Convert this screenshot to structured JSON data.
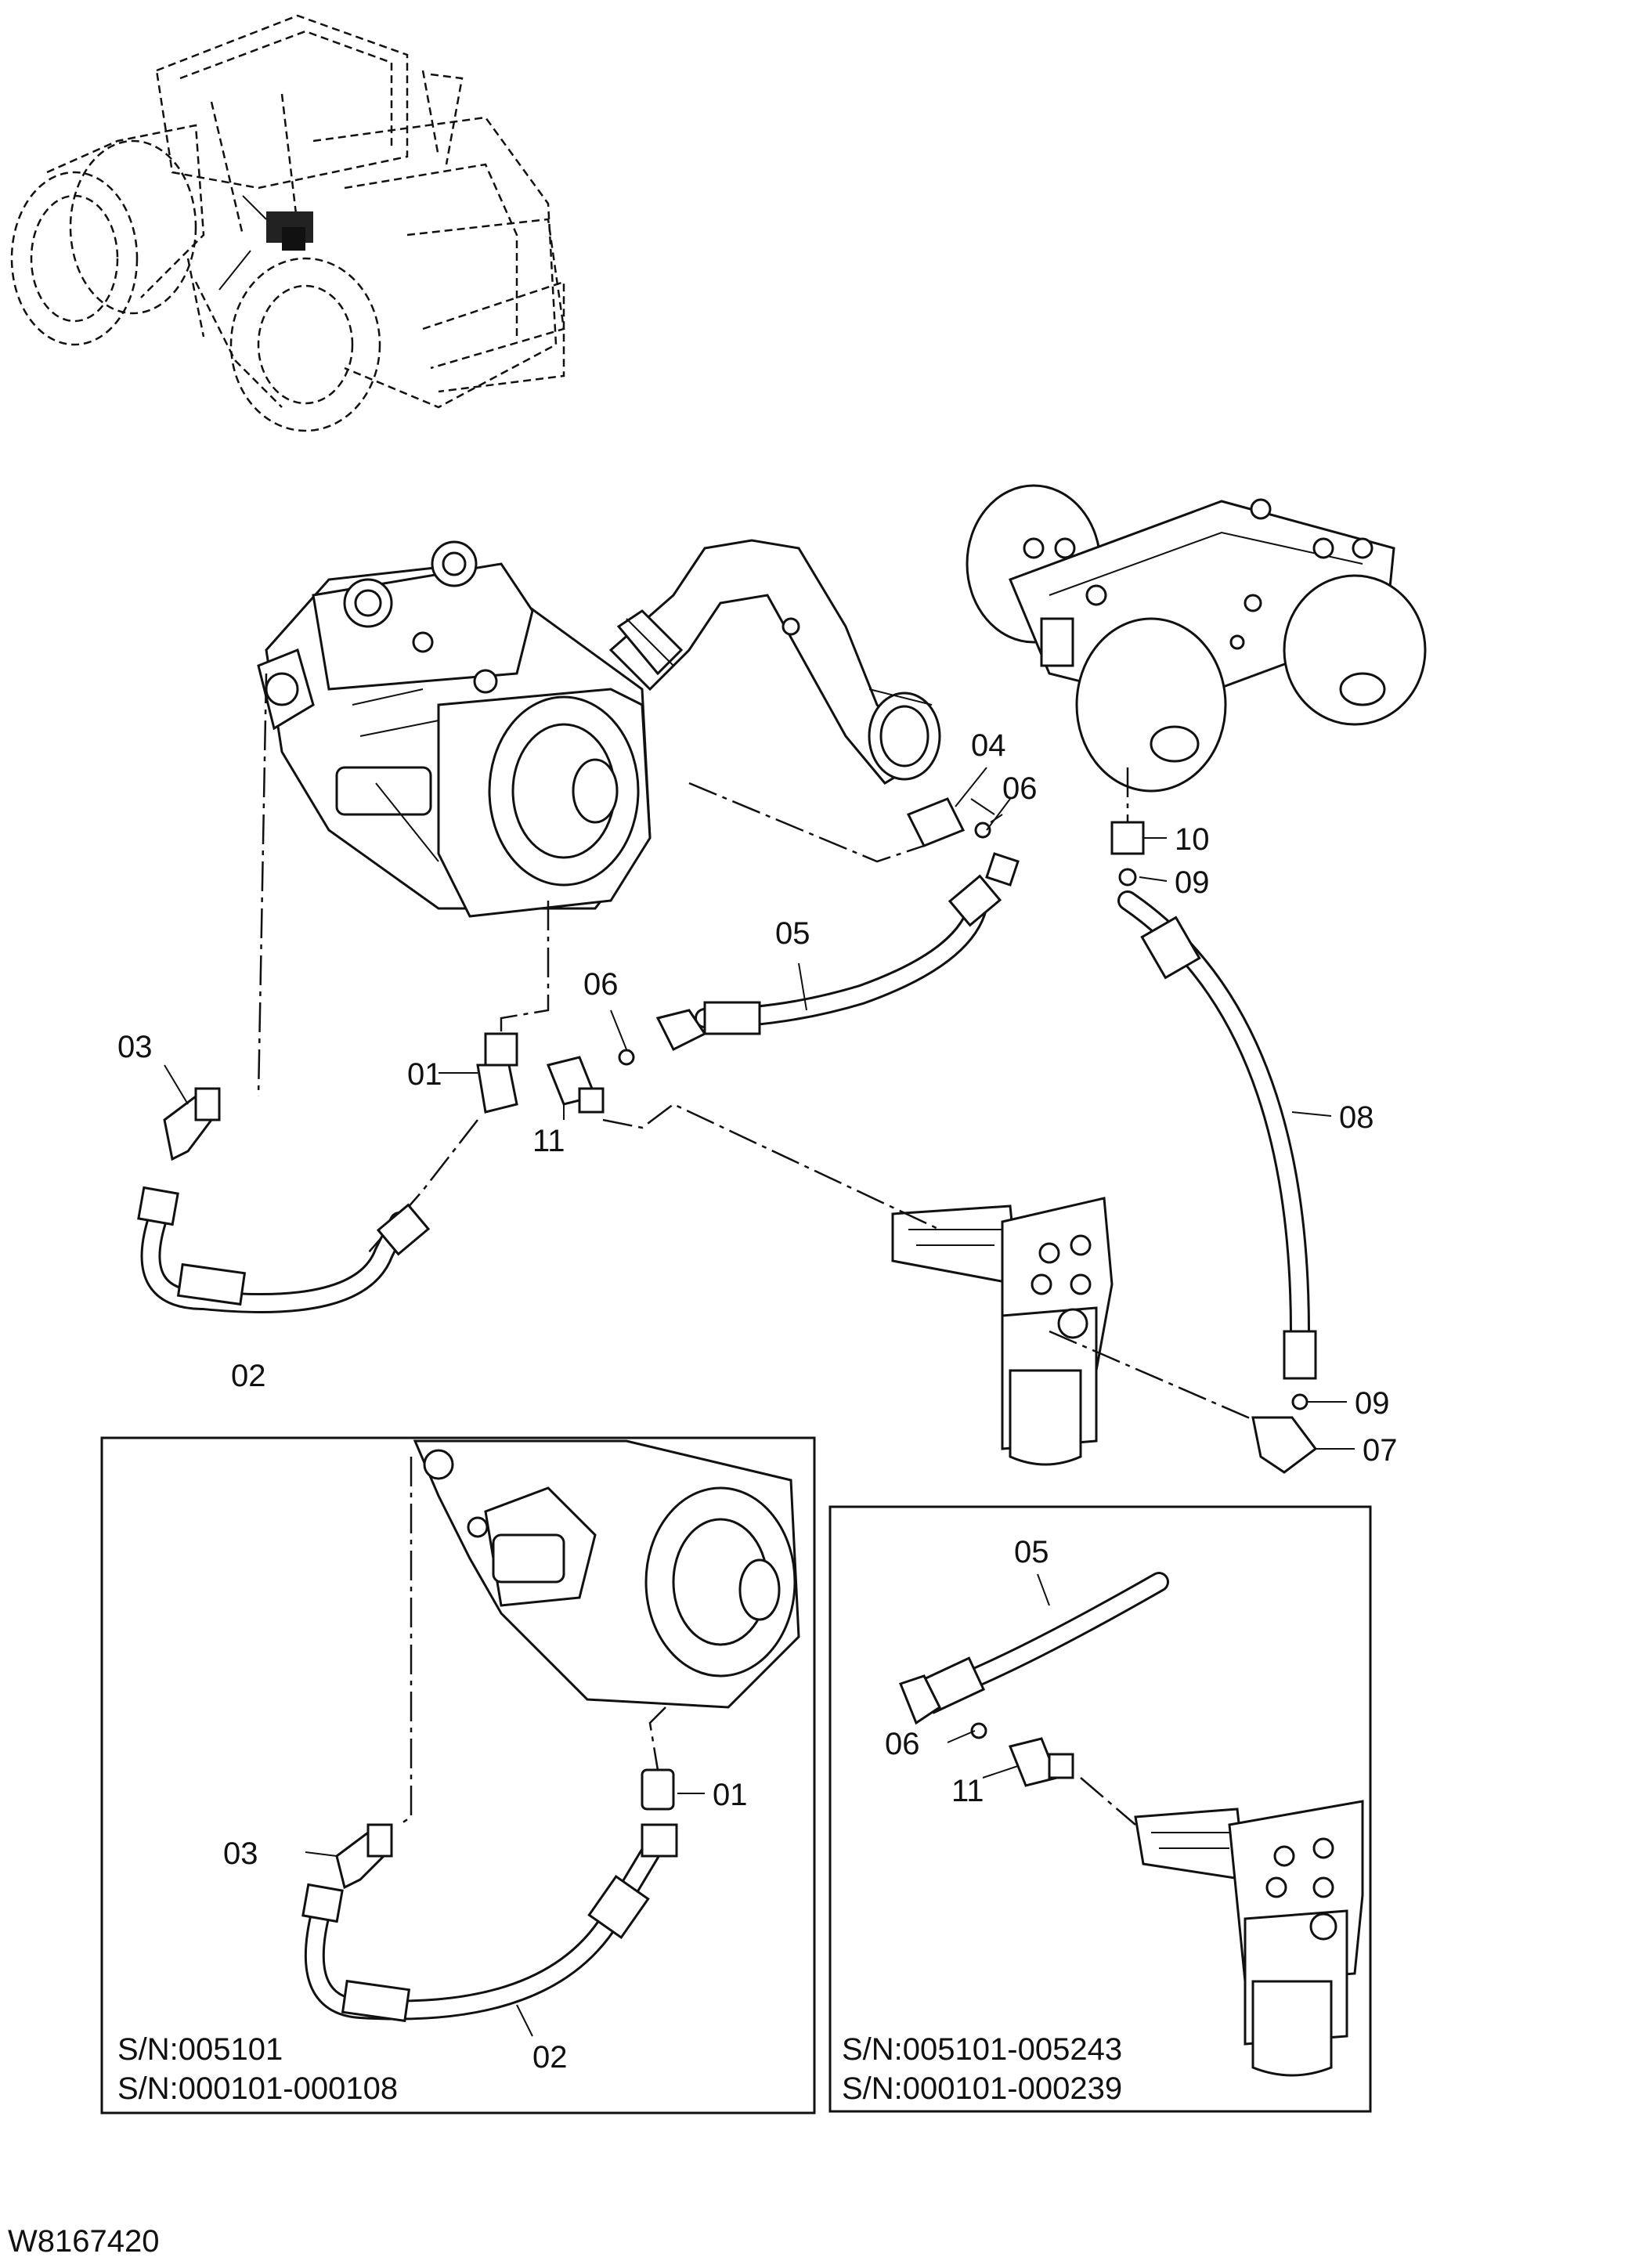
{
  "drawing_number": "W8167420",
  "callouts": {
    "main": {
      "c01": "01",
      "c02": "02",
      "c03": "03",
      "c04": "04",
      "c05": "05",
      "c06a": "06",
      "c06b": "06",
      "c07": "07",
      "c08": "08",
      "c09a": "09",
      "c09b": "09",
      "c10": "10",
      "c11": "11"
    },
    "inset_left": {
      "c01": "01",
      "c02": "02",
      "c03": "03"
    },
    "inset_right": {
      "c05": "05",
      "c06": "06",
      "c11": "11"
    }
  },
  "inset_left_serials": [
    "S/N:005101",
    "S/N:000101-000108"
  ],
  "inset_right_serials": [
    "S/N:005101-005243",
    "S/N:000101-000239"
  ],
  "icons": [
    "machine-overview-icon",
    "hydraulic-pump-icon",
    "accumulator-block-icon",
    "filter-housing-icon",
    "hose-icon",
    "elbow-fitting-icon",
    "o-ring-icon"
  ]
}
